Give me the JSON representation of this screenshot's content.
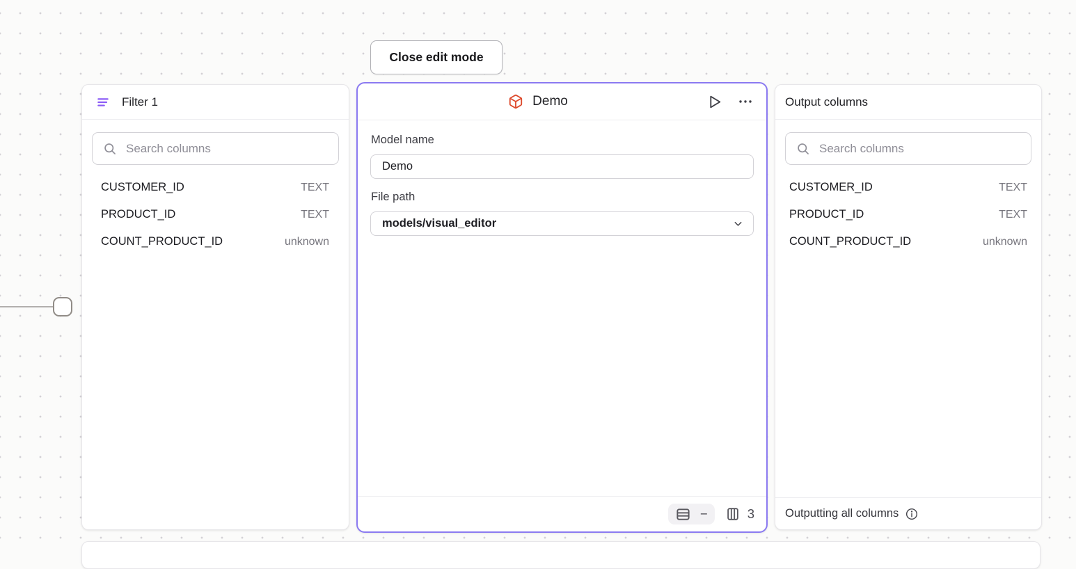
{
  "toolbar": {
    "close_edit_mode_label": "Close edit mode"
  },
  "filter_panel": {
    "title": "Filter 1",
    "search": {
      "placeholder": "Search columns"
    },
    "columns": [
      {
        "name": "CUSTOMER_ID",
        "type": "TEXT"
      },
      {
        "name": "PRODUCT_ID",
        "type": "TEXT"
      },
      {
        "name": "COUNT_PRODUCT_ID",
        "type": "unknown"
      }
    ]
  },
  "model_panel": {
    "title": "Demo",
    "model_name": {
      "label": "Model name",
      "value": "Demo"
    },
    "file_path": {
      "label": "File path",
      "value": "models/visual_editor"
    },
    "footer": {
      "row_count": "−",
      "column_count": "3"
    }
  },
  "output_panel": {
    "title": "Output columns",
    "search": {
      "placeholder": "Search columns"
    },
    "columns": [
      {
        "name": "CUSTOMER_ID",
        "type": "TEXT"
      },
      {
        "name": "PRODUCT_ID",
        "type": "TEXT"
      },
      {
        "name": "COUNT_PRODUCT_ID",
        "type": "unknown"
      }
    ],
    "footer": {
      "status": "Outputting all columns"
    }
  },
  "icons": {
    "filter": "filter-lines-icon",
    "model": "cube-icon",
    "run": "play-icon",
    "menu": "ellipsis-icon",
    "search": "search-icon",
    "rows": "table-rows-icon",
    "columns": "table-columns-icon",
    "dropdown": "chevron-down-icon",
    "info": "info-icon"
  },
  "colors": {
    "selection_accent": "#8B7AF1",
    "filter_icon": "#8B5CF6",
    "model_icon": "#DD4A2D",
    "canvas_dot": "#D3D1D5"
  }
}
